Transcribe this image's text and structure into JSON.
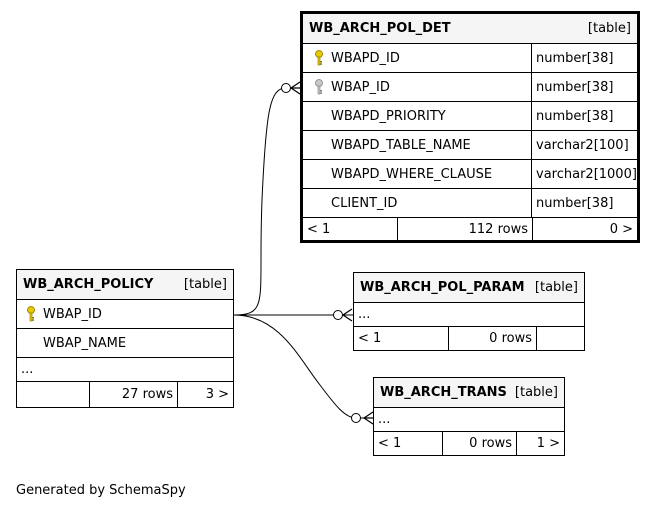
{
  "tables": {
    "pol_det": {
      "name": "WB_ARCH_POL_DET",
      "kind": "[table]",
      "columns": [
        {
          "name": "WBAPD_ID",
          "type": "number[38]",
          "key": "primary-key-icon"
        },
        {
          "name": "WBAP_ID",
          "type": "number[38]",
          "key": "foreign-key-icon"
        },
        {
          "name": "WBAPD_PRIORITY",
          "type": "number[38]"
        },
        {
          "name": "WBAPD_TABLE_NAME",
          "type": "varchar2[100]"
        },
        {
          "name": "WBAPD_WHERE_CLAUSE",
          "type": "varchar2[1000]"
        },
        {
          "name": "CLIENT_ID",
          "type": "number[38]"
        }
      ],
      "footer": {
        "parents": "< 1",
        "rows": "112 rows",
        "children": "0 >"
      }
    },
    "policy": {
      "name": "WB_ARCH_POLICY",
      "kind": "[table]",
      "columns": [
        {
          "name": "WBAP_ID",
          "key": "primary-key-icon"
        },
        {
          "name": "WBAP_NAME"
        }
      ],
      "more": "...",
      "footer": {
        "parents": "",
        "rows": "27 rows",
        "children": "3 >"
      }
    },
    "pol_param": {
      "name": "WB_ARCH_POL_PARAM",
      "kind": "[table]",
      "more": "...",
      "footer": {
        "parents": "< 1",
        "rows": "0 rows",
        "children": ""
      }
    },
    "trans": {
      "name": "WB_ARCH_TRANS",
      "kind": "[table]",
      "more": "...",
      "footer": {
        "parents": "< 1",
        "rows": "0 rows",
        "children": "1 >"
      }
    }
  },
  "colors": {
    "border": "#000000",
    "header_bg": "#f5f5f5",
    "primary_key": "#e8c800",
    "foreign_key": "#b0b0b0"
  },
  "credit": "Generated by SchemaSpy"
}
